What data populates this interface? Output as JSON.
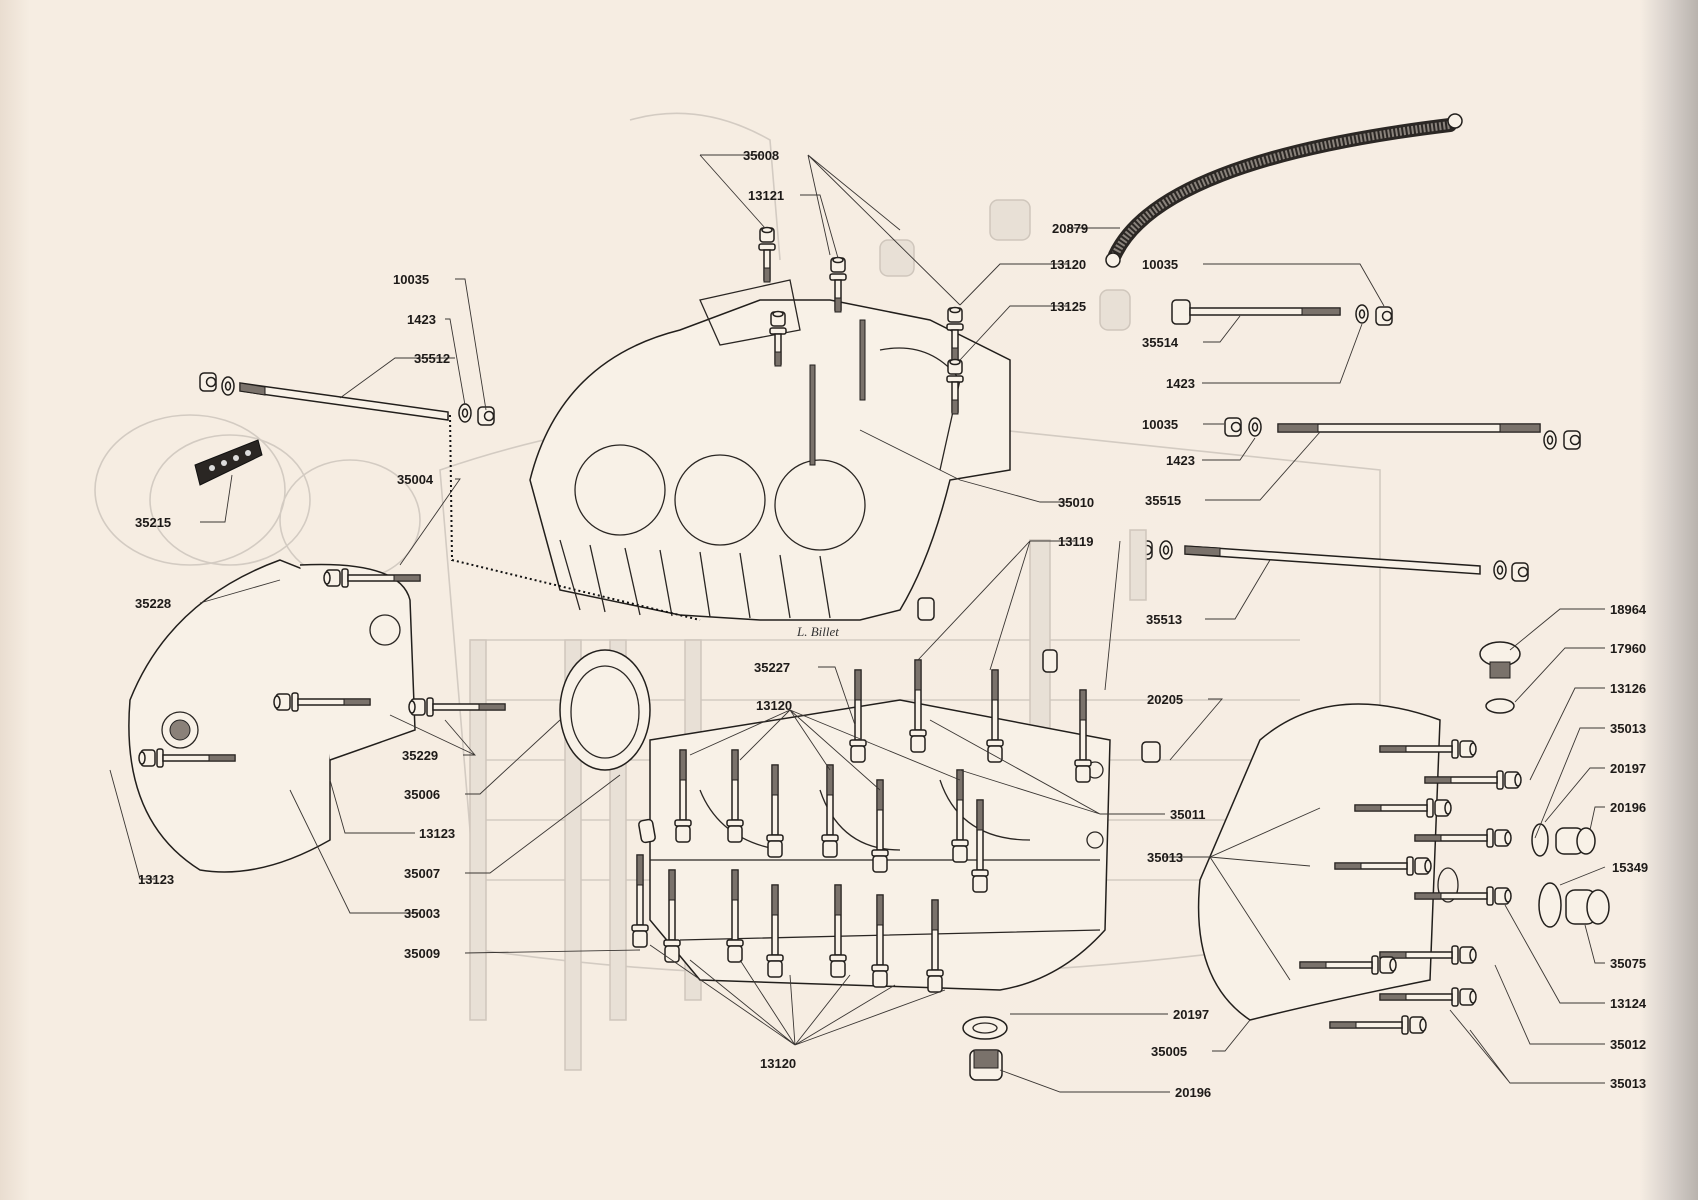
{
  "callouts": {
    "c35008": "35008",
    "c13121": "13121",
    "c20879": "20879",
    "c13120a": "13120",
    "c10035a": "10035",
    "c13125": "13125",
    "c35514": "35514",
    "c1423a": "1423",
    "c10035b": "10035",
    "c1423b": "1423",
    "c35515": "35515",
    "c35010": "35010",
    "c13119": "13119",
    "c35513": "35513",
    "c18964": "18964",
    "c17960": "17960",
    "c13126": "13126",
    "c35013a": "35013",
    "c20197a": "20197",
    "c20196a": "20196",
    "c15349": "15349",
    "c35075": "35075",
    "c13124": "13124",
    "c35012": "35012",
    "c35013b": "35013",
    "c20205": "20205",
    "c35011": "35011",
    "c35013c": "35013",
    "c20197b": "20197",
    "c35005": "35005",
    "c20196b": "20196",
    "c13120b": "13120",
    "c13120c": "13120",
    "c35227": "35227",
    "c10035c": "10035",
    "c1423c": "1423",
    "c35512": "35512",
    "c35004": "35004",
    "c35215": "35215",
    "c35228": "35228",
    "c35229": "35229",
    "c35006": "35006",
    "c13123a": "13123",
    "c13123b": "13123",
    "c35007": "35007",
    "c35003": "35003",
    "c35009": "35009"
  },
  "signature": "L. Billet"
}
